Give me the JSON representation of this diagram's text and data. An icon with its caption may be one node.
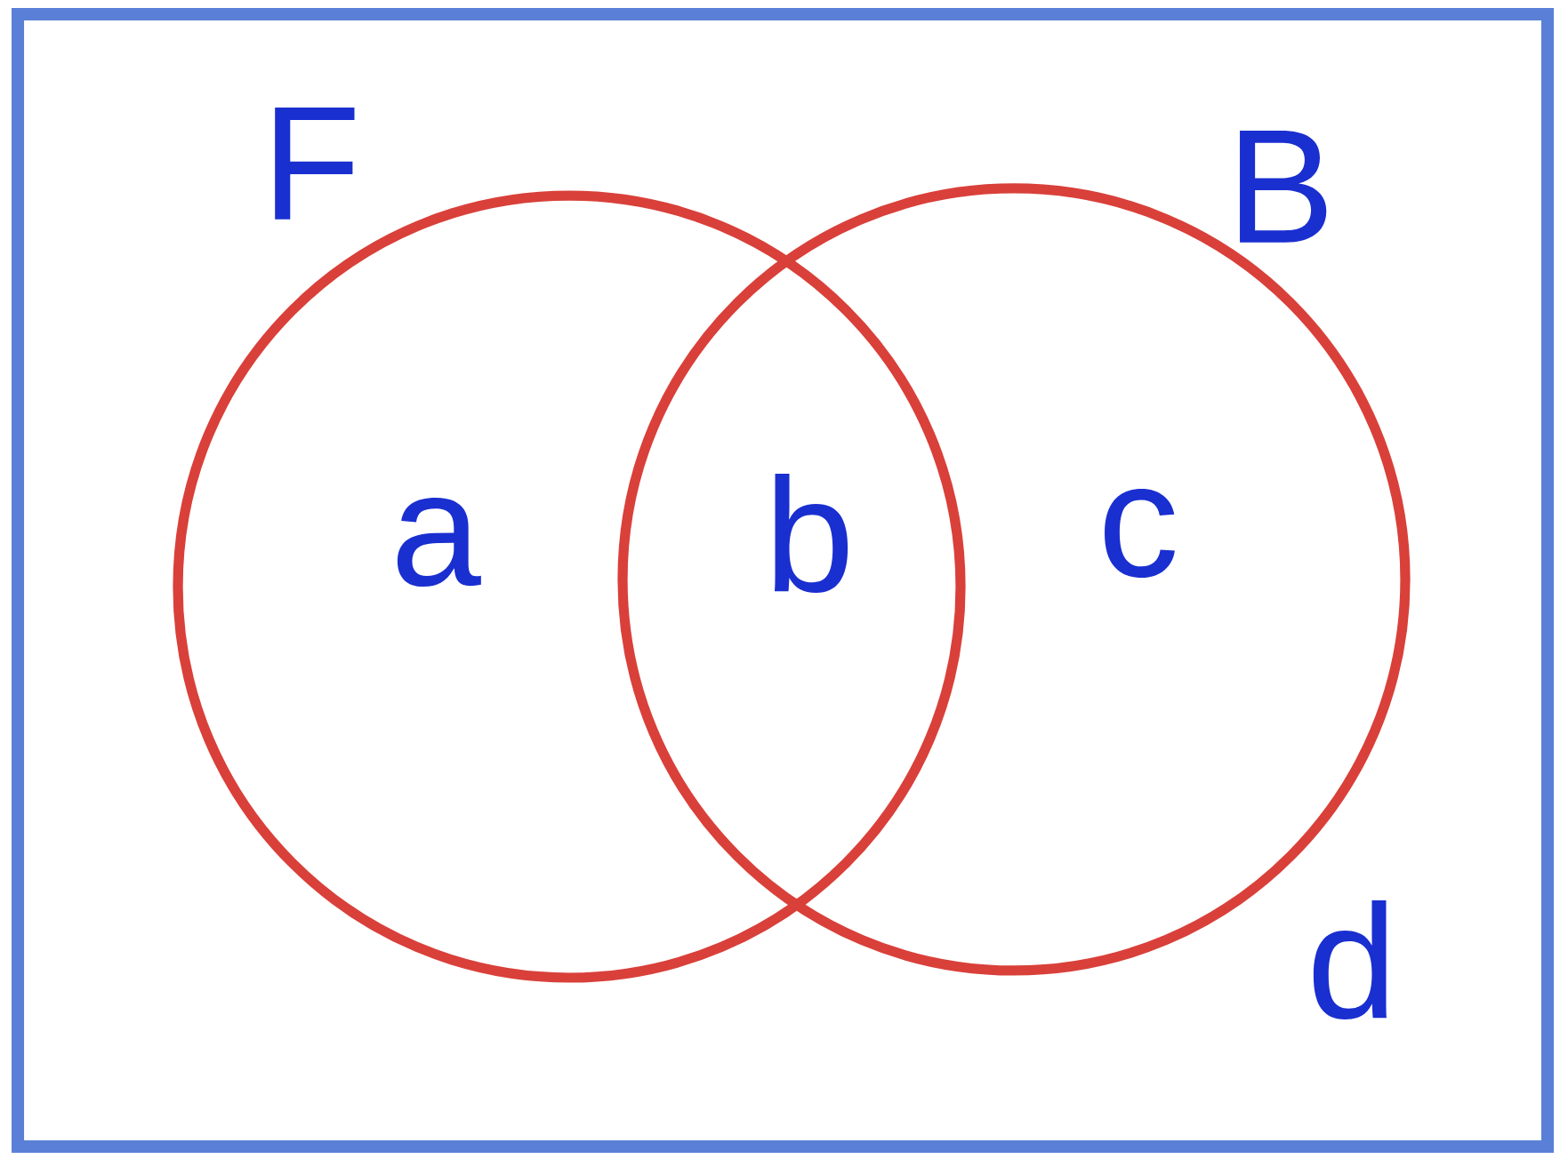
{
  "diagram": {
    "nodes": [
      {
        "text": [
          "d"
        ]
      },
      {
        "text": [
          "F",
          "a"
        ],
        "in": 0
      },
      {
        "text": [
          "B",
          "c"
        ],
        "in": 0
      }
    ],
    "labels": [
      "b"
    ]
  }
}
